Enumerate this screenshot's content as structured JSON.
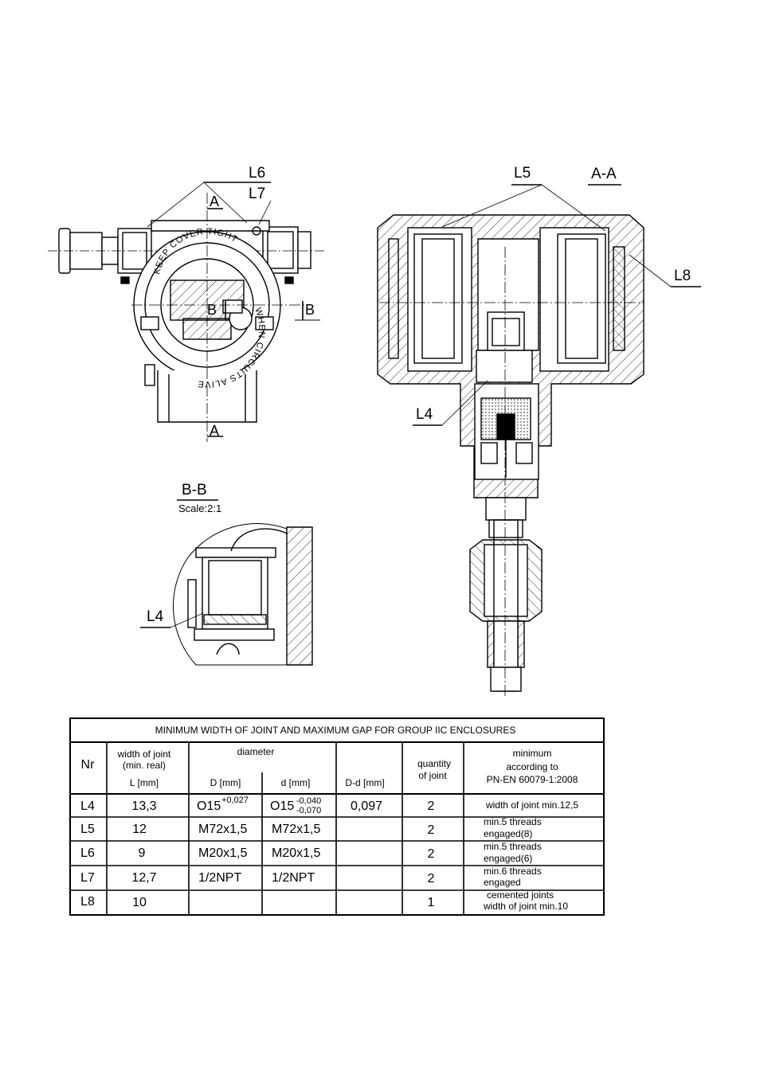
{
  "labels": {
    "L6_top": "L6",
    "L7_top": "L7",
    "L5_top": "L5",
    "section_AA": "A-A",
    "L8_right": "L8",
    "L4_section": "L4",
    "A_top": "A",
    "A_bottom": "A",
    "B_left": "B",
    "B_right": "B",
    "section_BB": "B-B",
    "scale": "Scale:2:1",
    "L4_detail": "L4",
    "ring_top": "KEEP COVER TIGHT",
    "ring_bottom": "WHEN CIRCUITS ALIVE"
  },
  "table": {
    "title": "MINIMUM  WIDTH  OF  JOINT  AND  MAXIMUM  GAP  FOR  GROUP  IIC  ENCLOSURES",
    "header": {
      "nr": "Nr",
      "width_line1": "width of joint",
      "width_line2": "(min. real)",
      "width_unit": "L [mm]",
      "diameter": "diameter",
      "D": "D [mm]",
      "d": "d [mm]",
      "Dd": "D-d [mm]",
      "qty_line1": "quantity",
      "qty_line2": "of joint",
      "min_line1": "minimum",
      "min_line2": "according to",
      "min_line3": "PN-EN 60079-1:2008"
    },
    "rows": [
      {
        "nr": "L4",
        "L": "13,3",
        "D": "O15",
        "D_sup": "+0,027",
        "d": "O15",
        "d_sup": "-0,040",
        "d_sub": "-0,070",
        "Dd": "0,097",
        "qty": "2",
        "min1": "width of joint min.12,5",
        "min2": ""
      },
      {
        "nr": "L5",
        "L": "12",
        "D": "M72x1,5",
        "d": "M72x1,5",
        "Dd": "",
        "qty": "2",
        "min1": "min.5 threads",
        "min2": "engaged(8)"
      },
      {
        "nr": "L6",
        "L": "9",
        "D": "M20x1,5",
        "d": "M20x1,5",
        "Dd": "",
        "qty": "2",
        "min1": "min.5 threads",
        "min2": "engaged(6)"
      },
      {
        "nr": "L7",
        "L": "12,7",
        "D": "1/2NPT",
        "d": "1/2NPT",
        "Dd": "",
        "qty": "2",
        "min1": "min.6 threads",
        "min2": "engaged"
      },
      {
        "nr": "L8",
        "L": "10",
        "D": "",
        "d": "",
        "Dd": "",
        "qty": "1",
        "min1": "cemented joints",
        "min2": "width of joint  min.10"
      }
    ]
  }
}
